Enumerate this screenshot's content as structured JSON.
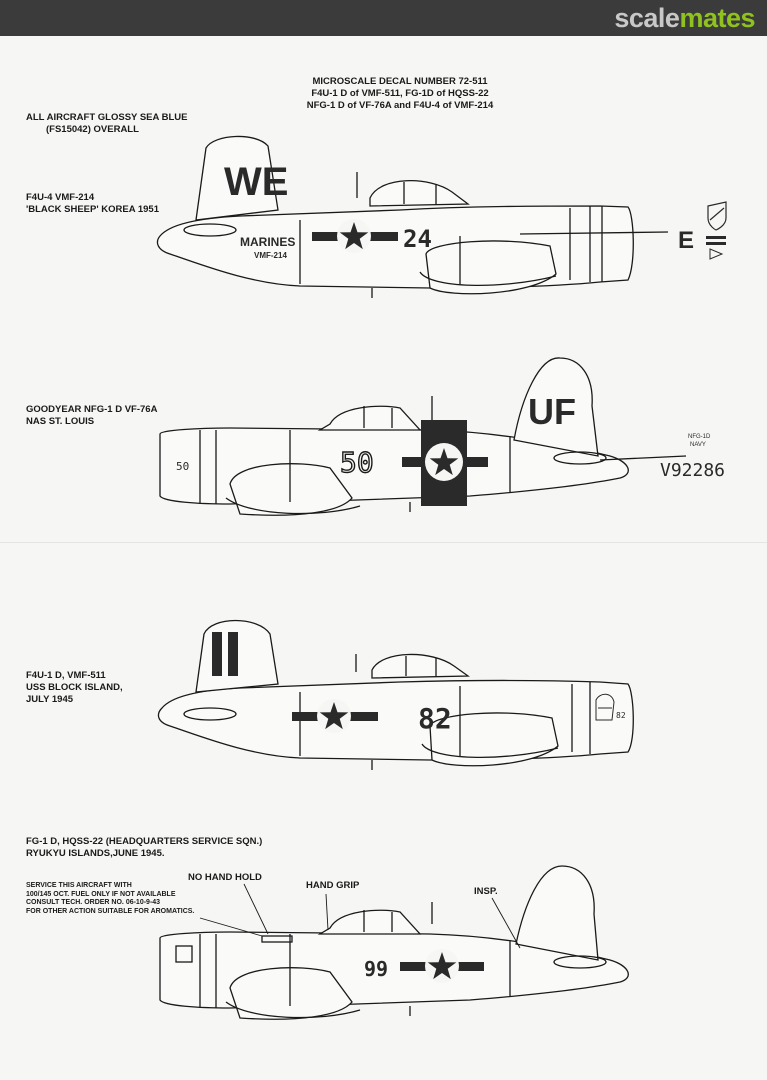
{
  "site": {
    "logo_part1": "scale",
    "logo_part2": "mates"
  },
  "header": {
    "line1": "MICROSCALE DECAL NUMBER 72-511",
    "line2": "F4U-1 D of VMF-511, FG-1D of HQSS-22",
    "line3": "NFG-1 D of VF-76A and F4U-4 of VMF-214"
  },
  "general": {
    "line1": "ALL AIRCRAFT GLOSSY SEA BLUE",
    "line2": "(FS15042) OVERALL"
  },
  "aircraft1": {
    "title1": "F4U-4 VMF-214",
    "title2": "'BLACK SHEEP' KOREA 1951",
    "tail_code": "WE",
    "number": "24",
    "marines": "MARINES",
    "squadron": "VMF-214",
    "wing_letter": "E"
  },
  "aircraft2": {
    "title1": "GOODYEAR NFG-1 D VF-76A",
    "title2": "NAS ST. LOUIS",
    "tail_code": "UF",
    "number": "50",
    "cowl_number": "50",
    "type_label": "NFG-1D",
    "navy_label": "NAVY",
    "serial": "V92286"
  },
  "aircraft3": {
    "title1": "F4U-1 D, VMF-511",
    "title2": "USS BLOCK ISLAND,",
    "title3": "JULY 1945",
    "number": "82",
    "cowl_number": "82"
  },
  "aircraft4": {
    "title1": "FG-1 D, HQSS-22 (HEADQUARTERS SERVICE SQN.)",
    "title2": "RYUKYU ISLANDS,JUNE 1945.",
    "stencil": [
      "SERVICE THIS AIRCRAFT WITH",
      "100/145 OCT. FUEL ONLY IF NOT AVAILABLE",
      "CONSULT TECH. ORDER NO. 06-10-9-43",
      "FOR OTHER ACTION SUITABLE FOR AROMATICS."
    ],
    "callout_no_hand_hold": "NO HAND HOLD",
    "callout_hand_grip": "HAND GRIP",
    "callout_insp": "INSP.",
    "number": "99"
  }
}
